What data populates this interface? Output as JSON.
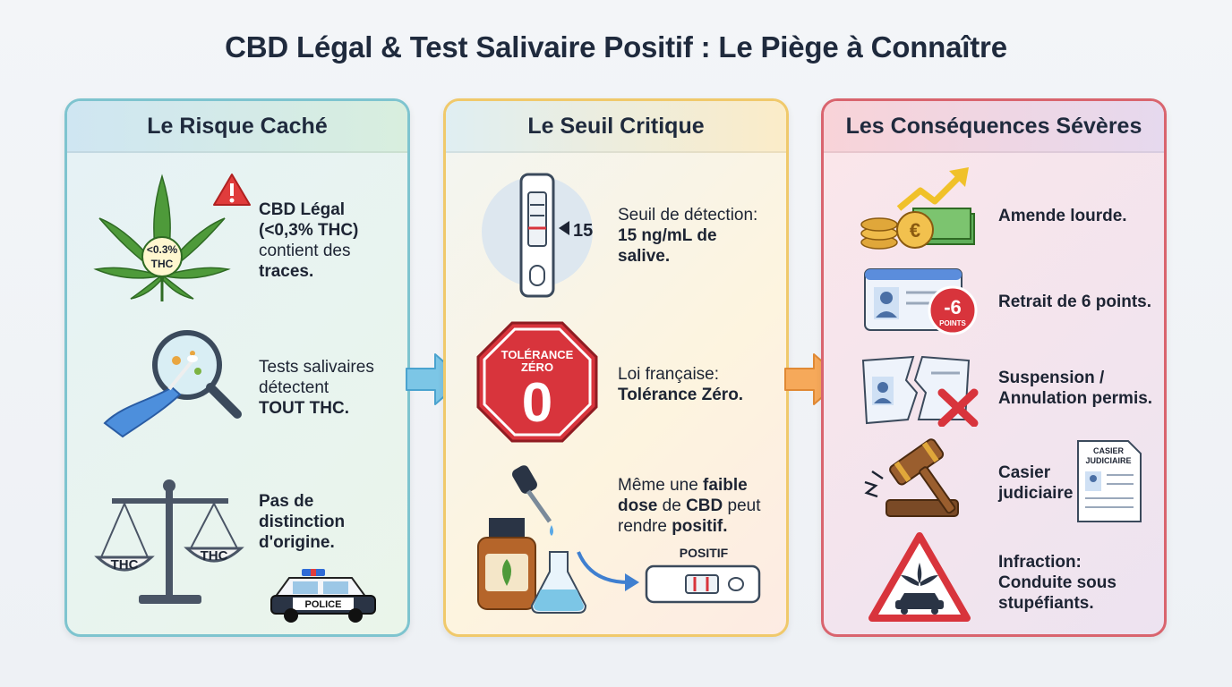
{
  "title": "CBD Légal & Test Salivaire Positif : Le Piège à Connaître",
  "panels": [
    {
      "heading": "Le Risque Caché",
      "items": [
        {
          "line1": "CBD Légal",
          "line2": "(<0,3% THC)",
          "line3": "contient des",
          "line4": "traces.",
          "badge": "<0.3%",
          "badge2": "THC"
        },
        {
          "line1": "Tests salivaires",
          "line2": "détectent",
          "line3": "TOUT THC."
        },
        {
          "line1": "Pas de",
          "line2": "distinction",
          "line3": "d'origine.",
          "scale_left": "THC",
          "scale_right": "THC",
          "car_label": "POLICE"
        }
      ]
    },
    {
      "heading": "Le Seuil Critique",
      "items": [
        {
          "line1": "Seuil de détection:",
          "line2": "15 ng/mL de",
          "line3": "salive.",
          "marker": "15"
        },
        {
          "line1": "Loi française:",
          "line2": "Tolérance Zéro.",
          "sign_top": "TOLÉRANCE",
          "sign_mid": "ZÉRO",
          "sign_num": "0"
        },
        {
          "line1a": "Même une ",
          "line1b": "faible",
          "line2a": "dose",
          "line2b": " de ",
          "line2c": "CBD",
          "line2d": " peut",
          "line3a": "rendre ",
          "line3b": "positif.",
          "test_label": "POSITIF"
        }
      ]
    },
    {
      "heading": "Les Conséquences Sévères",
      "items": [
        {
          "line1": "Amende lourde."
        },
        {
          "line1": "Retrait de 6 points.",
          "badge_num": "-6",
          "badge_txt": "POINTS"
        },
        {
          "line1": "Suspension /",
          "line2": "Annulation permis."
        },
        {
          "line1": "Casier",
          "line2": "judiciaire",
          "doc_l1": "CASIER",
          "doc_l2": "JUDICIAIRE"
        },
        {
          "line1": "Infraction:",
          "line2": "Conduite sous",
          "line3": "stupéfiants."
        }
      ]
    }
  ],
  "colors": {
    "teal": "#7ec4cf",
    "gold": "#f0c96b",
    "red": "#d9646e",
    "stop": "#d8343c"
  }
}
